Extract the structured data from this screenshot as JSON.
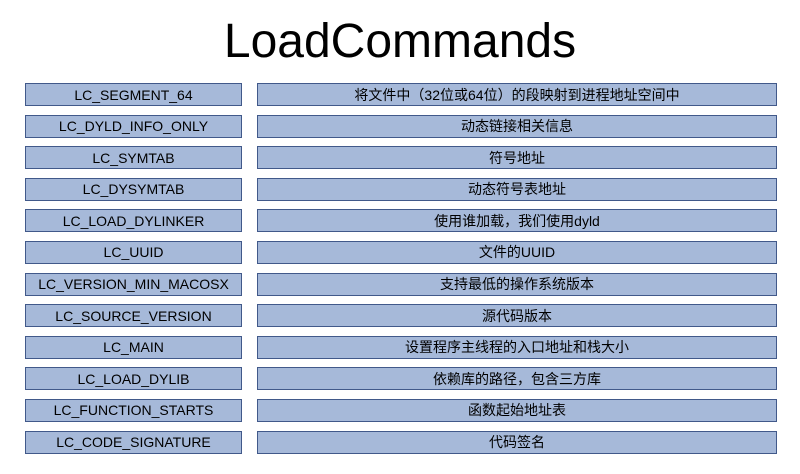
{
  "title": "LoadCommands",
  "colors": {
    "cell_fill": "#a6b9d9",
    "cell_border": "#41598a"
  },
  "rows": [
    {
      "name": "LC_SEGMENT_64",
      "desc": "将文件中（32位或64位）的段映射到进程地址空间中"
    },
    {
      "name": "LC_DYLD_INFO_ONLY",
      "desc": "动态链接相关信息"
    },
    {
      "name": "LC_SYMTAB",
      "desc": "符号地址"
    },
    {
      "name": "LC_DYSYMTAB",
      "desc": "动态符号表地址"
    },
    {
      "name": "LC_LOAD_DYLINKER",
      "desc": "使用谁加载，我们使用dyld"
    },
    {
      "name": "LC_UUID",
      "desc": "文件的UUID"
    },
    {
      "name": "LC_VERSION_MIN_MACOSX",
      "desc": "支持最低的操作系统版本"
    },
    {
      "name": "LC_SOURCE_VERSION",
      "desc": "源代码版本"
    },
    {
      "name": "LC_MAIN",
      "desc": "设置程序主线程的入口地址和栈大小"
    },
    {
      "name": "LC_LOAD_DYLIB",
      "desc": "依赖库的路径，包含三方库"
    },
    {
      "name": "LC_FUNCTION_STARTS",
      "desc": "函数起始地址表"
    },
    {
      "name": "LC_CODE_SIGNATURE",
      "desc": "代码签名"
    }
  ]
}
